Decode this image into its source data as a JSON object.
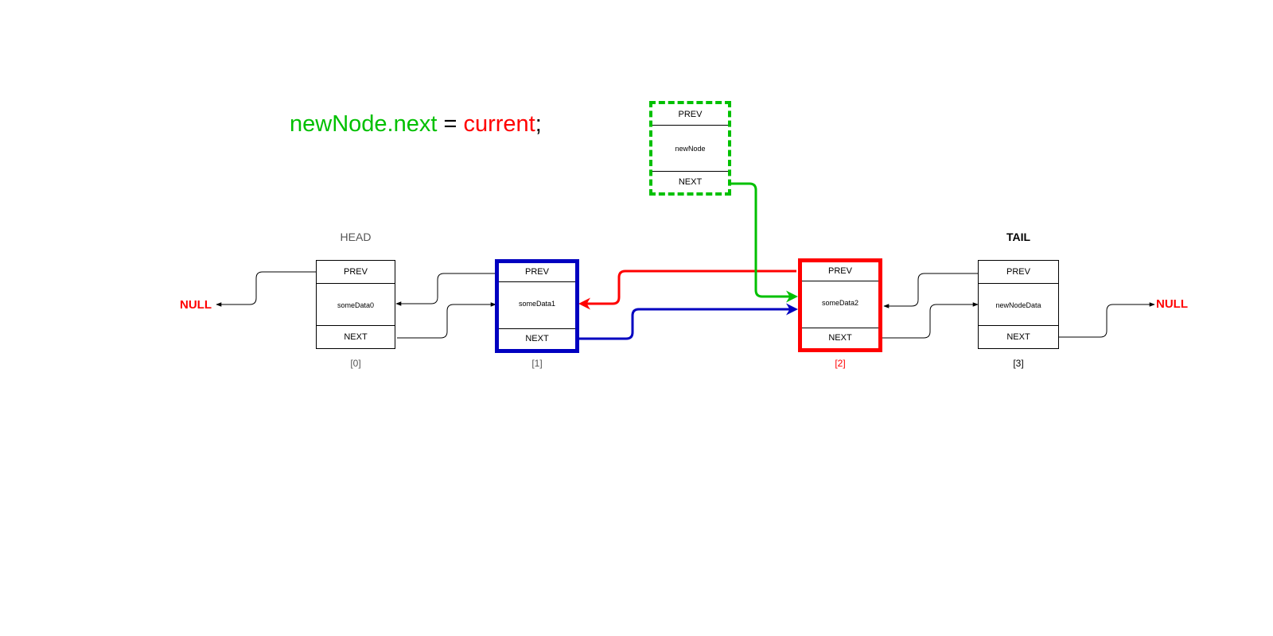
{
  "colors": {
    "new_node": "#00c000",
    "current": "#ff0000",
    "previous": "#0000c0",
    "default": "#000000",
    "head_label": "#555555"
  },
  "code_line": {
    "lhs": "newNode.next",
    "op": " = ",
    "rhs": "current",
    "end": ";"
  },
  "nodes": [
    {
      "id": "node-0",
      "prev": "PREV",
      "data": "someData0",
      "next": "NEXT",
      "index": "[0]",
      "role": "HEAD"
    },
    {
      "id": "node-1",
      "prev": "PREV",
      "data": "someData1",
      "next": "NEXT",
      "index": "[1]"
    },
    {
      "id": "node-2",
      "prev": "PREV",
      "data": "someData2",
      "next": "NEXT",
      "index": "[2]"
    },
    {
      "id": "node-3",
      "prev": "PREV",
      "data": "newNodeData",
      "next": "NEXT",
      "index": "[3]",
      "role": "TAIL"
    }
  ],
  "new_node": {
    "prev": "PREV",
    "data": "newNode",
    "next": "NEXT"
  },
  "null_left": "NULL",
  "null_right": "NULL"
}
